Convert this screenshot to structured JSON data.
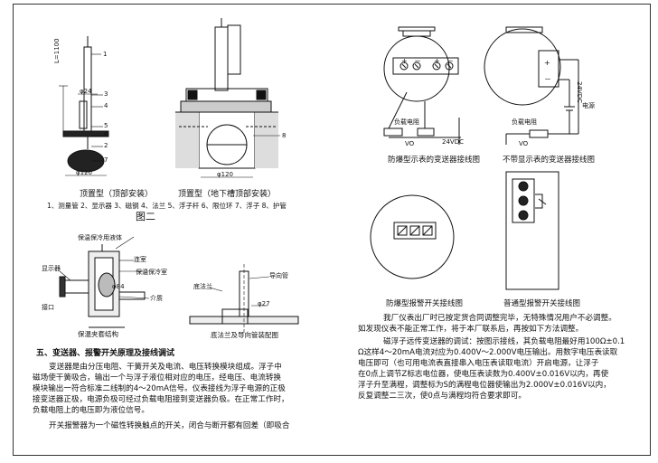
{
  "left": {
    "dim_label_height": "L=1100",
    "dim_label_d24": "φ24",
    "dim_label_d120": "φ120",
    "dim_label_d120b": "φ120",
    "dim_label_d84": "φ84",
    "dim_label_d27": "φ27",
    "part_numbers": [
      "1",
      "2",
      "3",
      "4",
      "5",
      "6",
      "7",
      "8"
    ],
    "caption_top": "顶置型（顶部安装）",
    "caption_bottom": "顶置型（地下槽顶部安装）",
    "parts_legend": "1、测量管  2、显示器  3、磁钢  4、法兰  5、浮子杆  6、限位环  7、浮子  8、护管",
    "figure_label": "图二",
    "insulated": {
      "label_liquid": "保温保冷用液体",
      "label_jacket": "保温保冷室",
      "label_display": "显示器",
      "label_medium": "介质",
      "label_port": "接口",
      "label_chamber": "连室",
      "caption": "保温夹套结构"
    },
    "mount": {
      "label_guide": "导向管",
      "label_flange": "底法兰",
      "caption": "底法兰及导向管装配图"
    },
    "section_title": "五、变送器、报警开关原理及接线调试",
    "paragraph1": [
      "变送器是由分压电阻、干簧开关及电流、电压转换模块组成。浮子中",
      "磁场使干簧吸合，输出一个与浮子液位相对应的电压，经电压、电流转换",
      "模块输出一符合标准二线制的4～20mA信号。仪表接线为浮子电源的正极",
      "接变送器正极，电源负极可经过负载电阻接到变送器负极。在正常工作时，",
      "负载电阻上的电压即为液位信号。"
    ],
    "paragraph2": "开关报警器为一个磁性转换触点的开关，闭合与断开都有回差（即吸合"
  },
  "right": {
    "explosion_caption": "防爆型示表的变送器接线图",
    "normal_caption": "不带显示表的变送器接线图",
    "terminal_plus": "+",
    "terminal_minus": "－",
    "label_load_resistor": "负载电阻",
    "label_24vdc": "24VDC",
    "label_vo": "VO",
    "label_24vdc_vertical": "24VDC",
    "label_power": "电源",
    "label_vo2": "VO",
    "label_load_resistor2": "负载电阻",
    "alarm_ex_caption": "防爆型报警开关接线图",
    "alarm_normal_caption": "普通型报警开关接线图",
    "paragraph1": [
      "我厂仪表出厂时已按定货合同调整完毕，无特殊情况用户不必调整。",
      "如发现仪表不能正常工作，将于本厂联系后，再按如下方法调整。"
    ],
    "paragraph2": [
      "磁浮子远传变送器的调试：按图示接线，其负载电阻最好用100Ω±0.1",
      "Ω这样4～20mA电流对应为0.400V～2.000V电压输出。用数字电压表读取",
      "电压即可（也可用电流表直接串入电压表读取电流）开启电源，让浮子",
      "在0点上调节Z标志电位器，使电压表读数为0.400V±0.016V以内，再使",
      "浮子升至满程，调整标为S的满程电位器使输出为2.000V±0.016V以内，",
      "反复调整二三次，使0点与满程均符合要求即可。"
    ]
  }
}
